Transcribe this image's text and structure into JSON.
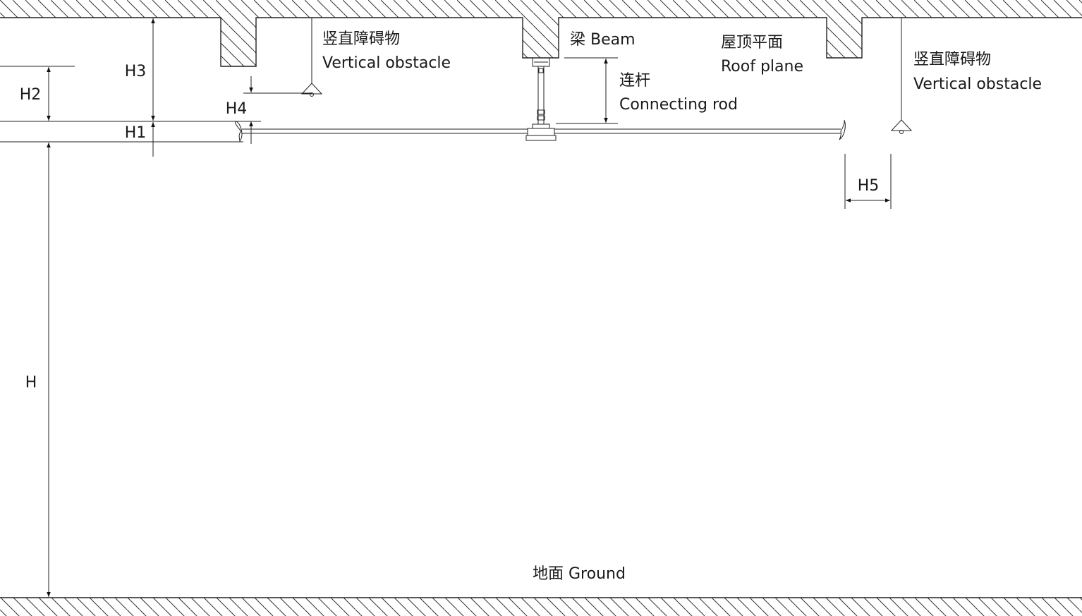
{
  "labels": {
    "obstacle_left_cn": "竖直障碍物",
    "obstacle_left_en": "Vertical obstacle",
    "beam": "梁 Beam",
    "roof_cn": "屋顶平面",
    "roof_en": "Roof plane",
    "rod_cn": "连杆",
    "rod_en": "Connecting rod",
    "obstacle_right_cn": "竖直障碍物",
    "obstacle_right_en": "Vertical obstacle",
    "ground": "地面 Ground"
  },
  "dimensions": {
    "h": "H",
    "h1": "H1",
    "h2": "H2",
    "h3": "H3",
    "h4": "H4",
    "h5": "H5"
  }
}
